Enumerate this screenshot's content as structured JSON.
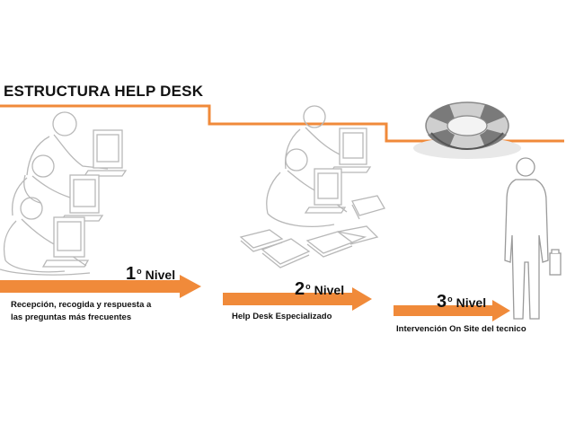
{
  "title": "ESTRUCTURA HELP DESK",
  "colors": {
    "accent": "#f08a3a",
    "sketch": "#b8b8b8",
    "text": "#111111"
  },
  "levels": [
    {
      "num": "1",
      "deg": "o",
      "word": "Nivel",
      "desc": [
        "Recepción, recogida y respuesta a",
        "las preguntas más frecuentes"
      ]
    },
    {
      "num": "2",
      "deg": "o",
      "word": "Nivel",
      "desc": [
        "Help Desk Especializado"
      ]
    },
    {
      "num": "3",
      "deg": "o",
      "word": "Nivel",
      "desc": [
        "Intervención On Site del tecnico"
      ]
    }
  ],
  "icons": [
    "operator-sketch-icon",
    "laptop-icon",
    "book-icon",
    "lifebuoy-icon",
    "technician-icon"
  ]
}
